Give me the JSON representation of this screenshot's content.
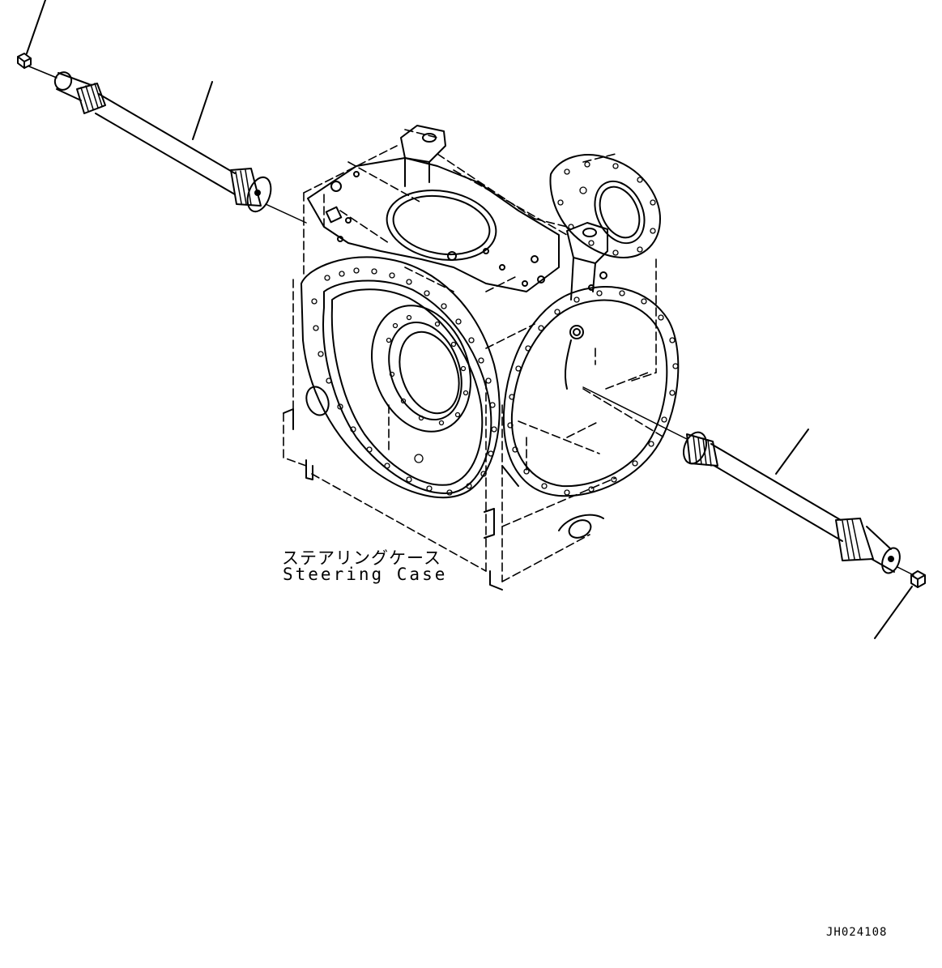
{
  "labels": {
    "case_jp": "ステアリングケース",
    "case_en": "Steering Case",
    "drawing_code": "JH024108"
  },
  "colors": {
    "ink": "#000000",
    "paper": "#ffffff"
  }
}
